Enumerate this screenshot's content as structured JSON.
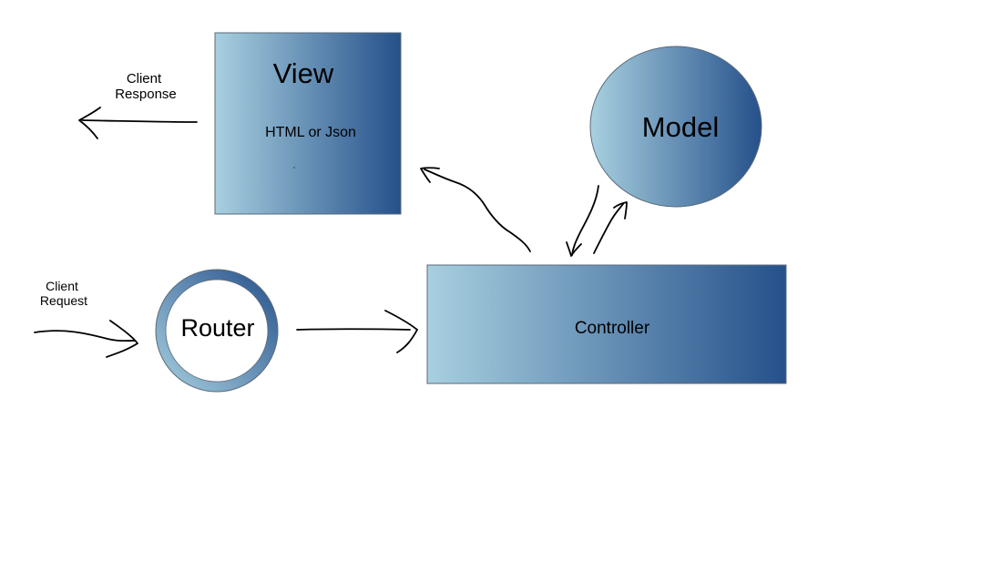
{
  "nodes": {
    "view": {
      "title": "View",
      "subtitle": "HTML or Json"
    },
    "model": {
      "title": "Model"
    },
    "router": {
      "title": "Router"
    },
    "controller": {
      "title": "Controller"
    }
  },
  "labels": {
    "client_response": [
      "Client",
      "Response"
    ],
    "client_request": [
      "Client",
      "Request"
    ]
  },
  "colors": {
    "gradient_light": "#a8d0e0",
    "gradient_dark": "#25508a",
    "border": "#5a6a7a",
    "arrow": "#000000"
  }
}
